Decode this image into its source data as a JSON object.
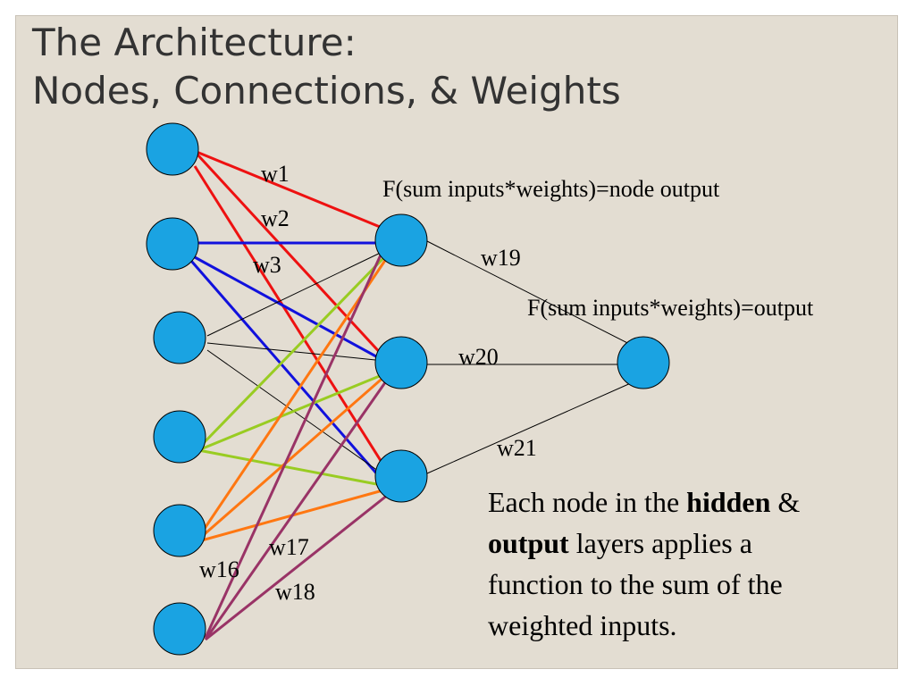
{
  "title": {
    "line1": "The Architecture:",
    "line2": "Nodes, Connections, & Weights"
  },
  "colors": {
    "slide_background": "#e3ddd2",
    "node_fill": "#1aa3e2",
    "input1_edges": "#ee1111",
    "input2_edges": "#1111dd",
    "input3_edges": "#000000",
    "input4_edges": "#99cc22",
    "input5_edges": "#ff7711",
    "input6_edges": "#993366",
    "output_edges": "#000000"
  },
  "layers": {
    "input_count": 6,
    "hidden_count": 3,
    "output_count": 1
  },
  "weight_labels": {
    "w1": "w1",
    "w2": "w2",
    "w3": "w3",
    "w16": "w16",
    "w17": "w17",
    "w18": "w18",
    "w19": "w19",
    "w20": "w20",
    "w21": "w21"
  },
  "formulas": {
    "hidden": "F(sum inputs*weights)=node output",
    "output": "F(sum inputs*weights)=output"
  },
  "caption": {
    "part1": "Each node in the ",
    "bold1": "hidden",
    "part2": " &",
    "bold2": "output",
    "part3": " layers applies a",
    "line3": "function to the sum of the",
    "line4": "weighted inputs."
  }
}
